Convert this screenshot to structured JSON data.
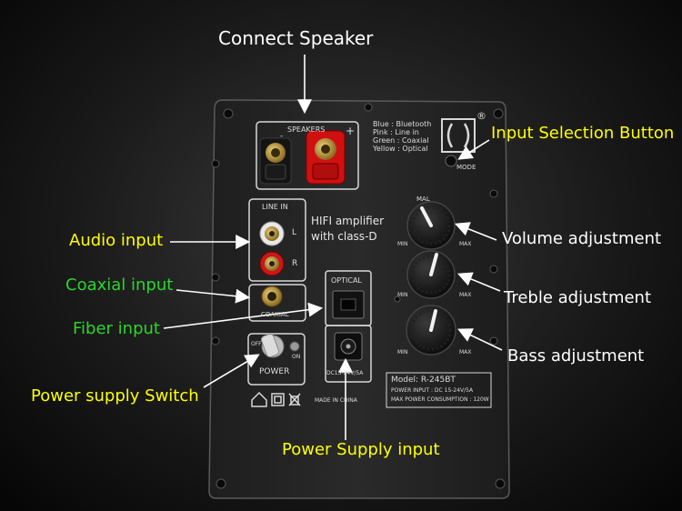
{
  "callouts": {
    "connect_speaker": "Connect Speaker",
    "input_selection_button": "Input Selection Button",
    "audio_input": "Audio input",
    "coaxial_input": "Coaxial input",
    "fiber_input": "Fiber input",
    "power_supply_switch": "Power supply Switch",
    "power_supply_input": "Power Supply input",
    "volume_adjustment": "Volume adjustment",
    "treble_adjustment": "Treble adjustment",
    "bass_adjustment": "Bass adjustment"
  },
  "panel": {
    "speakers_label": "SPEAKERS",
    "speaker_minus": "-",
    "speaker_plus": "+",
    "mode_legend": [
      "Blue : Bluetooth",
      "Pink : Line in",
      "Green : Coaxial",
      "Yellow : Optical"
    ],
    "registered_mark": "®",
    "mode_label": "MODE",
    "line_in_label": "LINE IN",
    "channel_left": "L",
    "channel_right": "R",
    "coaxial_label": "COAXIAL",
    "hifi_line1": "HIFI amplifier",
    "hifi_line2": "with class-D",
    "optical_label": "OPTICAL",
    "dc_label": "DC15-24V/5A",
    "switch_off": "OFF",
    "switch_on": "ON",
    "power_label": "POWER",
    "made_in": "MADE IN CHINA",
    "model": "Model: R-245BT",
    "power_input_spec": "POWER INPUT : DC 15-24V/5A",
    "max_power": "MAX POWER CONSUMPTION : 120W",
    "knob_min": "MIN",
    "knob_max": "MAX",
    "knob_top": "MAL"
  },
  "colors": {
    "callout_white": "#ffffff",
    "callout_yellow": "#ffff00",
    "callout_green": "#2bd62b",
    "speaker_red": "#d01010",
    "rca_red": "#c81818",
    "gold": "#c8a040"
  }
}
